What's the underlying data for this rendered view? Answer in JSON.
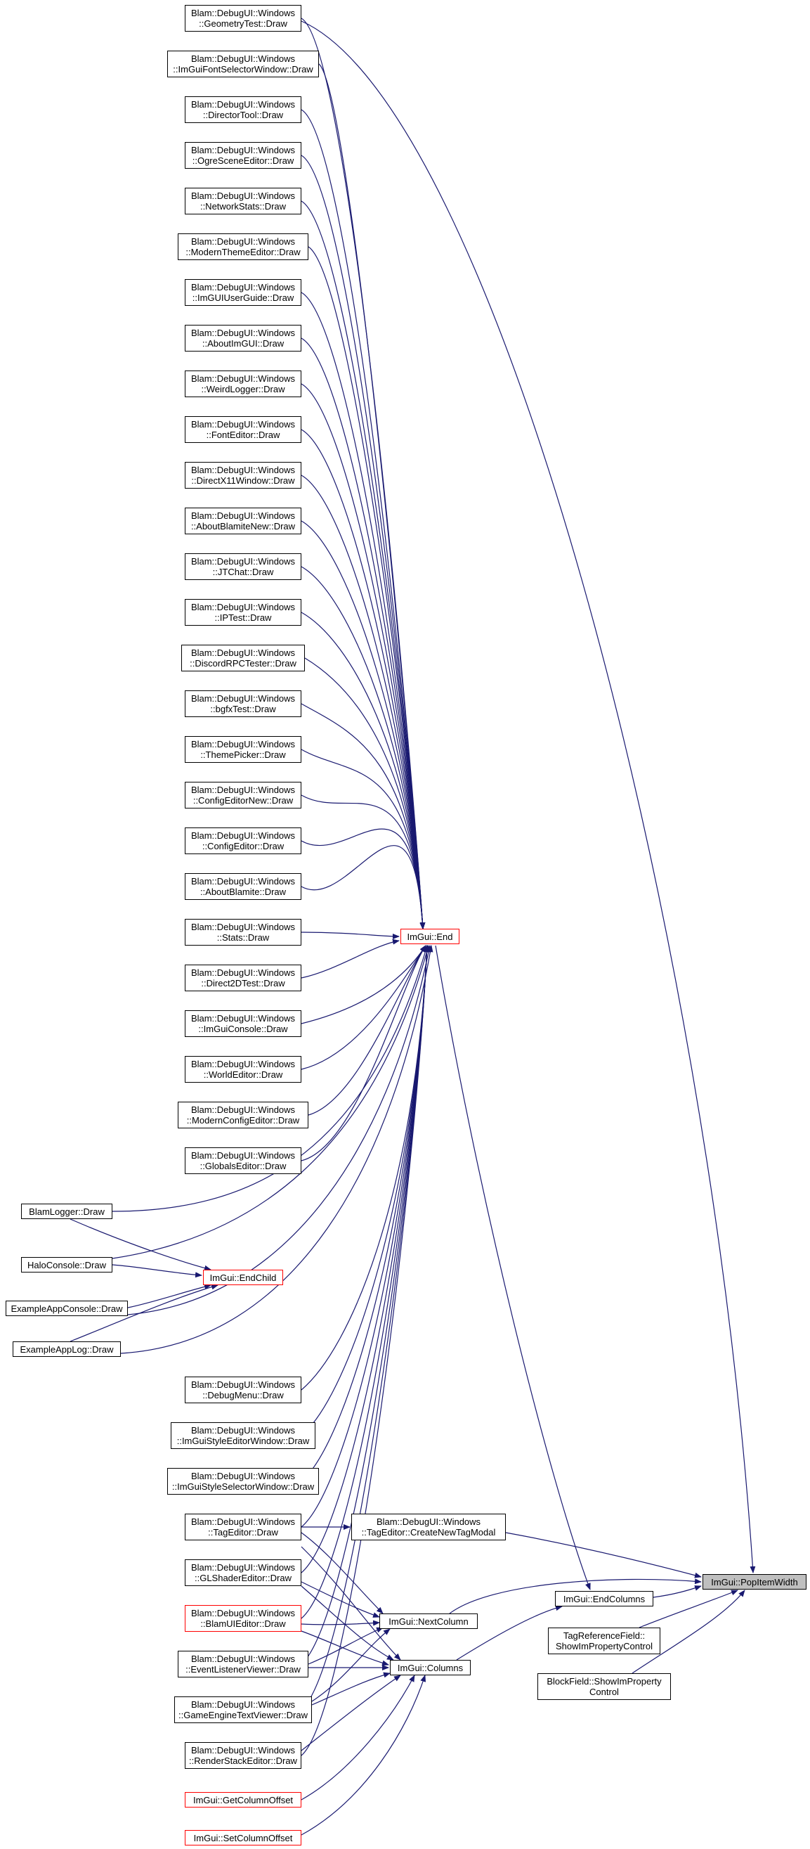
{
  "edge_color": "#191970",
  "colors": {
    "normal_border": "#000000",
    "incomplete_border": "#ff0000",
    "target_fill": "#bfbfbf"
  },
  "nodes": {
    "n1": [
      "Blam::DebugUI::Windows",
      "::GeometryTest::Draw"
    ],
    "n2": [
      "Blam::DebugUI::Windows",
      "::ImGuiFontSelectorWindow::Draw"
    ],
    "n3": [
      "Blam::DebugUI::Windows",
      "::DirectorTool::Draw"
    ],
    "n4": [
      "Blam::DebugUI::Windows",
      "::OgreSceneEditor::Draw"
    ],
    "n5": [
      "Blam::DebugUI::Windows",
      "::NetworkStats::Draw"
    ],
    "n6": [
      "Blam::DebugUI::Windows",
      "::ModernThemeEditor::Draw"
    ],
    "n7": [
      "Blam::DebugUI::Windows",
      "::ImGUIUserGuide::Draw"
    ],
    "n8": [
      "Blam::DebugUI::Windows",
      "::AboutImGUI::Draw"
    ],
    "n9": [
      "Blam::DebugUI::Windows",
      "::WeirdLogger::Draw"
    ],
    "n10": [
      "Blam::DebugUI::Windows",
      "::FontEditor::Draw"
    ],
    "n11": [
      "Blam::DebugUI::Windows",
      "::DirectX11Window::Draw"
    ],
    "n12": [
      "Blam::DebugUI::Windows",
      "::AboutBlamiteNew::Draw"
    ],
    "n13": [
      "Blam::DebugUI::Windows",
      "::JTChat::Draw"
    ],
    "n14": [
      "Blam::DebugUI::Windows",
      "::IPTest::Draw"
    ],
    "n15": [
      "Blam::DebugUI::Windows",
      "::DiscordRPCTester::Draw"
    ],
    "n16": [
      "Blam::DebugUI::Windows",
      "::bgfxTest::Draw"
    ],
    "n17": [
      "Blam::DebugUI::Windows",
      "::ThemePicker::Draw"
    ],
    "n18": [
      "Blam::DebugUI::Windows",
      "::ConfigEditorNew::Draw"
    ],
    "n19": [
      "Blam::DebugUI::Windows",
      "::ConfigEditor::Draw"
    ],
    "n20": [
      "Blam::DebugUI::Windows",
      "::AboutBlamite::Draw"
    ],
    "n21": [
      "Blam::DebugUI::Windows",
      "::Stats::Draw"
    ],
    "n22": [
      "Blam::DebugUI::Windows",
      "::Direct2DTest::Draw"
    ],
    "n23": [
      "Blam::DebugUI::Windows",
      "::ImGuiConsole::Draw"
    ],
    "n24": [
      "Blam::DebugUI::Windows",
      "::WorldEditor::Draw"
    ],
    "n25": [
      "Blam::DebugUI::Windows",
      "::ModernConfigEditor::Draw"
    ],
    "n26": [
      "Blam::DebugUI::Windows",
      "::GlobalsEditor::Draw"
    ],
    "blamlogger": [
      "BlamLogger::Draw"
    ],
    "haloconsole": [
      "HaloConsole::Draw"
    ],
    "exappconsole": [
      "ExampleAppConsole::Draw"
    ],
    "exapplog": [
      "ExampleAppLog::Draw"
    ],
    "debugmenu": [
      "Blam::DebugUI::Windows",
      "::DebugMenu::Draw"
    ],
    "stylewin": [
      "Blam::DebugUI::Windows",
      "::ImGuiStyleEditorWindow::Draw"
    ],
    "stylesel": [
      "Blam::DebugUI::Windows",
      "::ImGuiStyleSelectorWindow::Draw"
    ],
    "tageditor": [
      "Blam::DebugUI::Windows",
      "::TagEditor::Draw"
    ],
    "glshader": [
      "Blam::DebugUI::Windows",
      "::GLShaderEditor::Draw"
    ],
    "blamui": [
      "Blam::DebugUI::Windows",
      "::BlamUIEditor::Draw"
    ],
    "eventlistener": [
      "Blam::DebugUI::Windows",
      "::EventListenerViewer::Draw"
    ],
    "gametext": [
      "Blam::DebugUI::Windows",
      "::GameEngineTextViewer::Draw"
    ],
    "renderstack": [
      "Blam::DebugUI::Windows",
      "::RenderStackEditor::Draw"
    ],
    "getcoloffset": [
      "ImGui::GetColumnOffset"
    ],
    "setcoloffset": [
      "ImGui::SetColumnOffset"
    ],
    "end": [
      "ImGui::End"
    ],
    "endchild": [
      "ImGui::EndChild"
    ],
    "createnewtag": [
      "Blam::DebugUI::Windows",
      "::TagEditor::CreateNewTagModal"
    ],
    "nextcolumn": [
      "ImGui::NextColumn"
    ],
    "columns": [
      "ImGui::Columns"
    ],
    "endcolumns": [
      "ImGui::EndColumns"
    ],
    "tagref": [
      "TagReferenceField::",
      "ShowImPropertyControl"
    ],
    "blockfield": [
      "BlockField::ShowImProperty",
      "Control"
    ],
    "popitemwidth": [
      "ImGui::PopItemWidth"
    ]
  }
}
